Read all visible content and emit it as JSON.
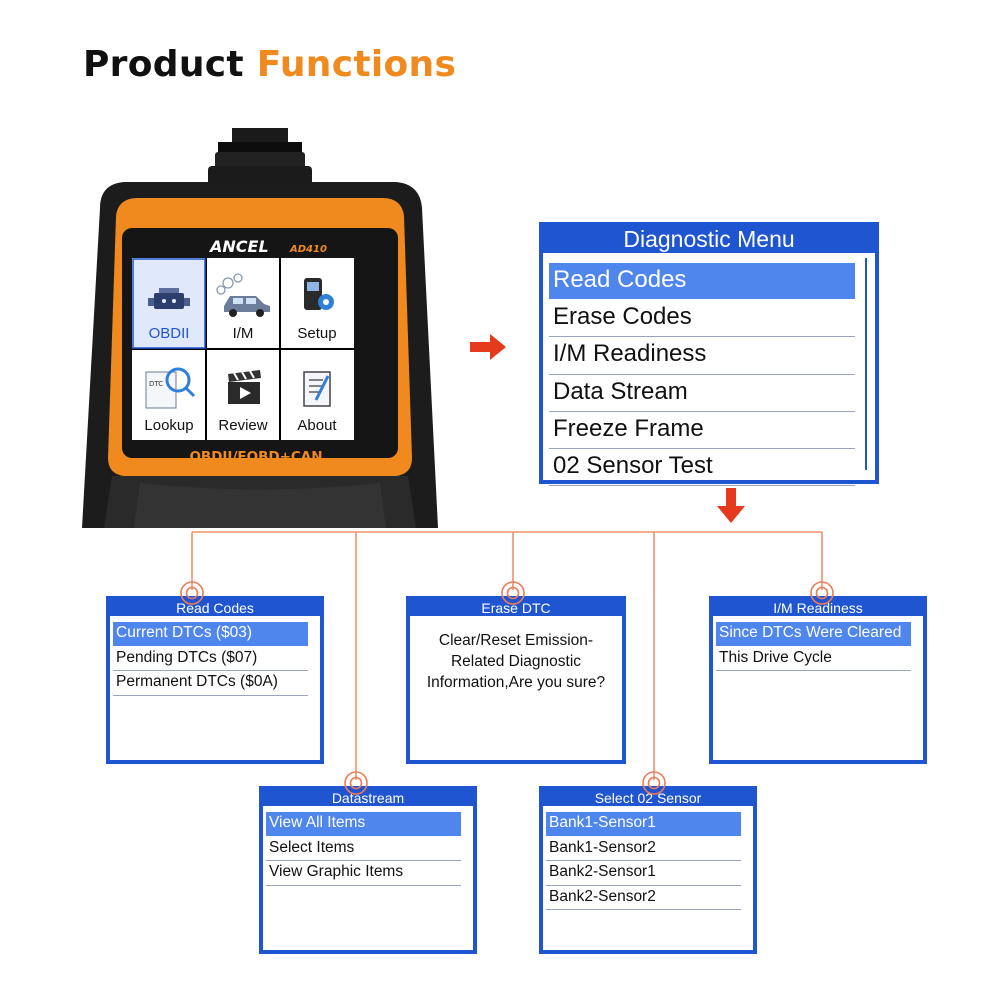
{
  "title": {
    "part1": "Product ",
    "part2": "Functions"
  },
  "device": {
    "brand": "ANCEL",
    "model": "AD410",
    "bottom_text": "OBDII/EOBD+CAN",
    "tiles": [
      "OBDII",
      "I/M",
      "Setup",
      "Lookup",
      "Review",
      "About"
    ],
    "lookup_badge": "DTC"
  },
  "diagnostic_menu": {
    "header": "Diagnostic Menu",
    "items": [
      "Read Codes",
      "Erase Codes",
      "I/M Readiness",
      "Data Stream",
      "Freeze Frame",
      "02 Sensor Test"
    ],
    "selected_index": 0
  },
  "read_codes": {
    "header": "Read Codes",
    "items": [
      "Current DTCs ($03)",
      "Pending DTCs ($07)",
      "Permanent DTCs ($0A)"
    ]
  },
  "erase_dtc": {
    "header": "Erase DTC",
    "message": "Clear/Reset Emission-\nRelated Diagnostic\nInformation,Are you sure?"
  },
  "im_readiness": {
    "header": "I/M Readiness",
    "items": [
      "Since DTCs Were Cleared",
      "This Drive Cycle"
    ]
  },
  "datastream": {
    "header": "Datastream",
    "items": [
      "View All Items",
      "Select Items",
      "View Graphic Items"
    ]
  },
  "select_o2_sensor": {
    "header": "Select 02 Sensor",
    "items": [
      "Bank1-Sensor1",
      "Bank1-Sensor2",
      "Bank2-Sensor1",
      "Bank2-Sensor2"
    ]
  },
  "colors": {
    "accent": "#f08a1e",
    "screen_blue": "#1f55d0",
    "selection_blue": "#4f86ee",
    "arrow_red": "#e53a1c",
    "connector": "#f0906a",
    "device_orange": "#f08a1e"
  }
}
